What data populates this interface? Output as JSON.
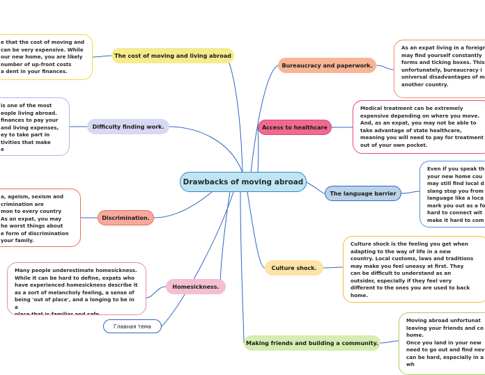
{
  "central": "Drawbacks of moving abroad",
  "topics": [
    {
      "id": "cost",
      "label": "The cost of moving and living abroad",
      "color": "#f6eb8d",
      "note": "e that the cost of moving and\ncan be very expensive. While\nour new home, you are likely\nnumber of up-front costs\na dent in your finances.",
      "note_border": "#f1dc3c"
    },
    {
      "id": "work",
      "label": "Difficulty finding work.",
      "color": "#d8d8f4",
      "note": "is one of the most\neople living abroad.\nfinances to pay your\nand living expenses,\ney to take part in\ntivities that make\ne",
      "note_border": "#b7b2e6"
    },
    {
      "id": "disc",
      "label": "Discrimination.",
      "color": "#f6a99c",
      "note": "a, ageism, sexism and\ncrimination are\nmon to every country\nAs an expat, you may\nhe worst things about\ne form of discrimination\nyour family.",
      "note_border": "#ea6d58"
    },
    {
      "id": "home",
      "label": "Homesickness.",
      "color": "#f4bfd0",
      "note": "Many people underestimate homesickness.\nWhile it can be hard to define, expats who\nhave experienced homesickness describe it\nas a sort of melancholy feeling, a sense of\nbeing 'out of place', and a longing to be in a\nplace that is familiar and safe.",
      "note_border": "#e88aa8"
    },
    {
      "id": "main",
      "label": "Главная тема",
      "color": "#ffffff"
    },
    {
      "id": "bur",
      "label": "Bureaucracy and paperwork.",
      "color": "#f7b596",
      "note": "As an expat living in a foreign\nmay find yourself constantly\nforms and ticking boxes. This\nunfortunately, bureaucracy i\nuniversal disadvantages of m\nanother country.",
      "note_border": "#f08f67"
    },
    {
      "id": "health",
      "label": "Access to healthcare",
      "color": "#f06a90",
      "note": "Medical treatment can be extremely\nexpensive depending on where you move.\nAnd, as an expat, you may not be able to\ntake advantage of state healthcare,\nmeaning you will need to pay for treatment\nout of your own pocket.",
      "note_border": "#e6487a"
    },
    {
      "id": "lang",
      "label": "The language barrier",
      "color": "#b9d3e6",
      "note": "Even if you speak th\nyour new home cou\nmay still find local d\nslang stop you from\nlanguage like a loca\nmark you out as a fo\nhard to connect wit\nmake it hard to com",
      "note_border": "#4f8fd6"
    },
    {
      "id": "culture",
      "label": "Culture shock.",
      "color": "#fde3a6",
      "note": "Culture shock is the feeling you get when\nadapting to the way of life in a new\ncountry. Local customs, laws and traditions\nmay make you feel uneasy at first. They\ncan be difficult to understand as an\noutsider, especially if they feel very\ndifferent to the ones you are used to back\nhome.",
      "note_border": "#f5bb3a"
    },
    {
      "id": "friends",
      "label": "Making friends and building a community.",
      "color": "#d6ecb0",
      "note": "Moving abroad unfortunat\nleaving your friends and co\nhome.\nOnce you land in your new\nneed to go out and find nev\ncan be hard, especially in a\nwh",
      "note_border": "#a5cf5e"
    }
  ],
  "colors": {
    "link": "#2f66c4"
  }
}
